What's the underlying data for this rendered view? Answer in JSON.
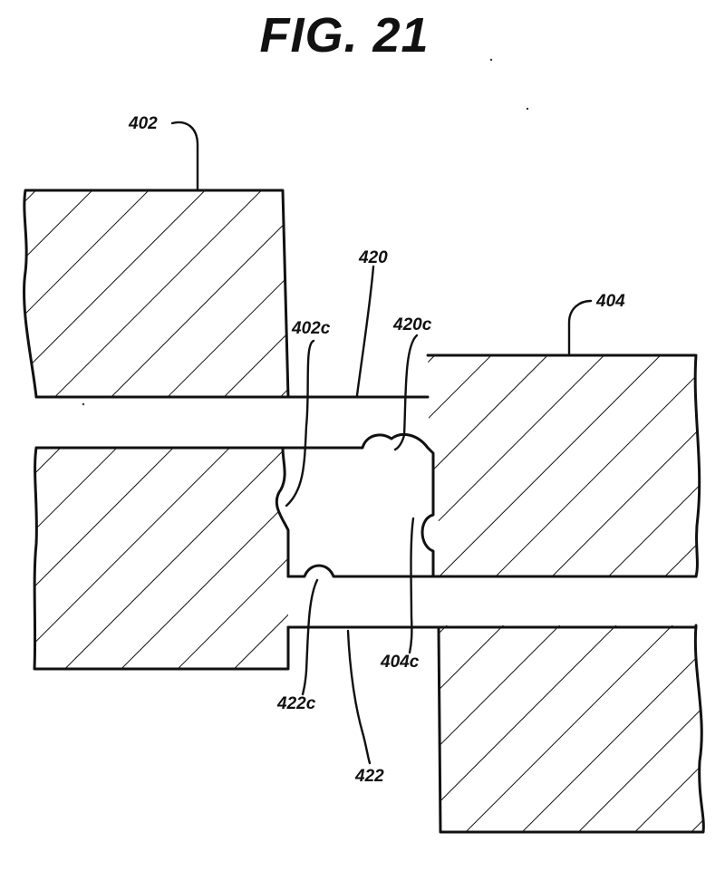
{
  "figure": {
    "title": "FIG. 21",
    "labels": {
      "block_upper_left": "402",
      "block_right": "404",
      "channel_upper": "420",
      "channel_lower": "422",
      "notch_402": "402c",
      "notch_420": "420c",
      "notch_404": "404c",
      "notch_422": "422c"
    }
  }
}
